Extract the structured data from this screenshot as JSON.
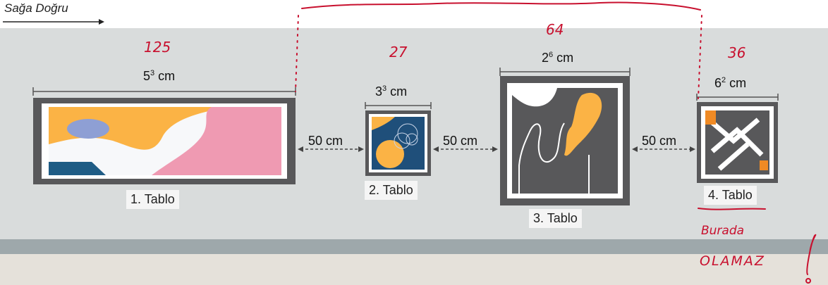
{
  "direction": {
    "label": "Sağa Doğru"
  },
  "paintings": [
    {
      "caption": "1. Tablo",
      "size_base": "5",
      "size_exp": "3",
      "unit": "cm",
      "handwritten_value": "125"
    },
    {
      "caption": "2. Tablo",
      "size_base": "3",
      "size_exp": "3",
      "unit": "cm",
      "handwritten_value": "27"
    },
    {
      "caption": "3. Tablo",
      "size_base": "2",
      "size_exp": "6",
      "unit": "cm",
      "handwritten_value": "64"
    },
    {
      "caption": "4. Tablo",
      "size_base": "6",
      "size_exp": "2",
      "unit": "cm",
      "handwritten_value": "36"
    }
  ],
  "distances": [
    "50 cm",
    "50 cm",
    "50 cm"
  ],
  "handwritten_note": {
    "line1": "Burada",
    "line2": "OLAMAZ",
    "exclaim": "!"
  },
  "colors": {
    "wall": "#d9dcdc",
    "frame": "#58585a",
    "handwriting": "#c8102e",
    "orange": "#fbb345",
    "pink": "#ef9ab2",
    "navy": "#1f4f7a",
    "periwinkle": "#8e9fd4"
  }
}
